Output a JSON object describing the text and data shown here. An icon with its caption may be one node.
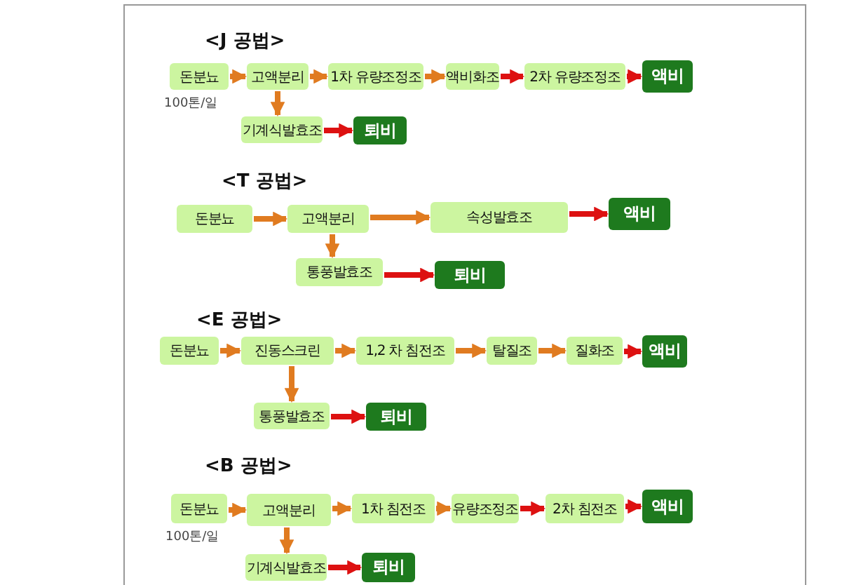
{
  "diagram": {
    "nodes": [
      {
        "text": [
          "돈분뇨"
        ],
        "beside": [
          "100톤/일"
        ]
      },
      {
        "text": [
          "고액분리"
        ]
      },
      {
        "text": [
          "1차 유량조정조"
        ]
      },
      {
        "text": [
          "액비화조"
        ]
      },
      {
        "text": [
          "2차 유량조정조"
        ]
      },
      {
        "text": [
          "액비"
        ]
      },
      {
        "text": [
          "기계식발효조"
        ]
      },
      {
        "text": [
          "퇴비"
        ]
      },
      {
        "text": [
          "돈분뇨"
        ]
      },
      {
        "text": [
          "고액분리"
        ]
      },
      {
        "text": [
          "속성발효조"
        ]
      },
      {
        "text": [
          "액비"
        ]
      },
      {
        "text": [
          "통풍발효조"
        ]
      },
      {
        "text": [
          "퇴비"
        ]
      },
      {
        "text": [
          "돈분뇨"
        ]
      },
      {
        "text": [
          "진동스크린"
        ]
      },
      {
        "text": [
          "1,2 차 침전조"
        ]
      },
      {
        "text": [
          "탈질조"
        ]
      },
      {
        "text": [
          "질화조"
        ]
      },
      {
        "text": [
          "액비"
        ]
      },
      {
        "text": [
          "통풍발효조"
        ]
      },
      {
        "text": [
          "퇴비"
        ]
      },
      {
        "text": [
          "돈분뇨"
        ],
        "beside": [
          "100톤/일"
        ]
      },
      {
        "text": [
          "고액분리"
        ]
      },
      {
        "text": [
          "1차 침전조"
        ]
      },
      {
        "text": [
          "유량조정조"
        ]
      },
      {
        "text": [
          "2차 침전조"
        ]
      },
      {
        "text": [
          "액비"
        ]
      },
      {
        "text": [
          "기계식발효조"
        ]
      },
      {
        "text": [
          "퇴비"
        ]
      }
    ],
    "edges": [
      {
        "from": 0,
        "to": 1,
        "arrow": "to"
      },
      {
        "from": 1,
        "to": 2,
        "arrow": "to"
      },
      {
        "from": 2,
        "to": 3,
        "arrow": "to"
      },
      {
        "from": 3,
        "to": 4,
        "arrow": "to",
        "color": "#dd1111"
      },
      {
        "from": 4,
        "to": 5,
        "arrow": "to",
        "color": "#dd1111"
      },
      {
        "from": 1,
        "to": 6,
        "arrow": "to"
      },
      {
        "from": 6,
        "to": 7,
        "arrow": "to",
        "color": "#dd1111"
      },
      {
        "from": 8,
        "to": 9,
        "arrow": "to"
      },
      {
        "from": 9,
        "to": 10,
        "arrow": "to"
      },
      {
        "from": 10,
        "to": 11,
        "arrow": "to",
        "color": "#dd1111"
      },
      {
        "from": 9,
        "to": 12,
        "arrow": "to"
      },
      {
        "from": 12,
        "to": 13,
        "arrow": "to",
        "color": "#dd1111"
      },
      {
        "from": 14,
        "to": 15,
        "arrow": "to"
      },
      {
        "from": 15,
        "to": 16,
        "arrow": "to"
      },
      {
        "from": 16,
        "to": 17,
        "arrow": "to"
      },
      {
        "from": 17,
        "to": 18,
        "arrow": "to"
      },
      {
        "from": 18,
        "to": 19,
        "arrow": "to",
        "color": "#dd1111"
      },
      {
        "from": 15,
        "to": 20,
        "arrow": "to"
      },
      {
        "from": 20,
        "to": 21,
        "arrow": "to",
        "color": "#dd1111"
      },
      {
        "from": 22,
        "to": 23,
        "arrow": "to"
      },
      {
        "from": 23,
        "to": 24,
        "arrow": "to"
      },
      {
        "from": 24,
        "to": 25,
        "arrow": "to"
      },
      {
        "from": 25,
        "to": 26,
        "arrow": "to",
        "color": "#dd1111"
      },
      {
        "from": 26,
        "to": 27,
        "arrow": "to",
        "color": "#dd1111"
      },
      {
        "from": 23,
        "to": 28,
        "arrow": "to"
      },
      {
        "from": 28,
        "to": 29,
        "arrow": "to",
        "color": "#dd1111"
      }
    ],
    "labels": [
      "<J 공법>",
      "<T 공법>",
      "<E 공법>",
      "<B 공법>"
    ]
  }
}
